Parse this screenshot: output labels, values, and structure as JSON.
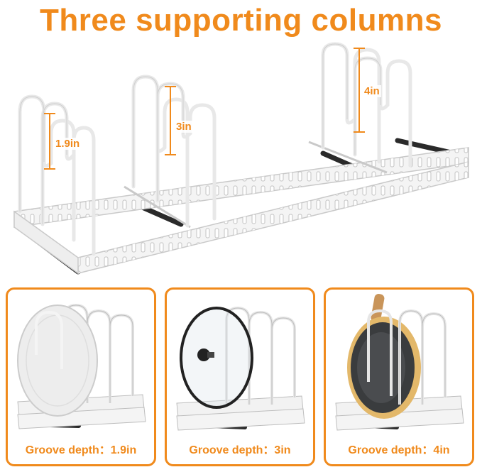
{
  "title": "Three supporting columns",
  "dimensions": {
    "left": "1.9in",
    "middle": "3in",
    "right": "4in"
  },
  "panels": [
    {
      "caption": "Groove depth：1.9in",
      "item": "plate"
    },
    {
      "caption": "Groove depth：3in",
      "item": "pot-lid"
    },
    {
      "caption": "Groove depth：4in",
      "item": "frying-pan"
    }
  ],
  "colors": {
    "accent": "#f08a1c",
    "rack": "#f4f4f4",
    "rack_outline": "#c9c9c9",
    "rod": "#2a2a2a"
  }
}
